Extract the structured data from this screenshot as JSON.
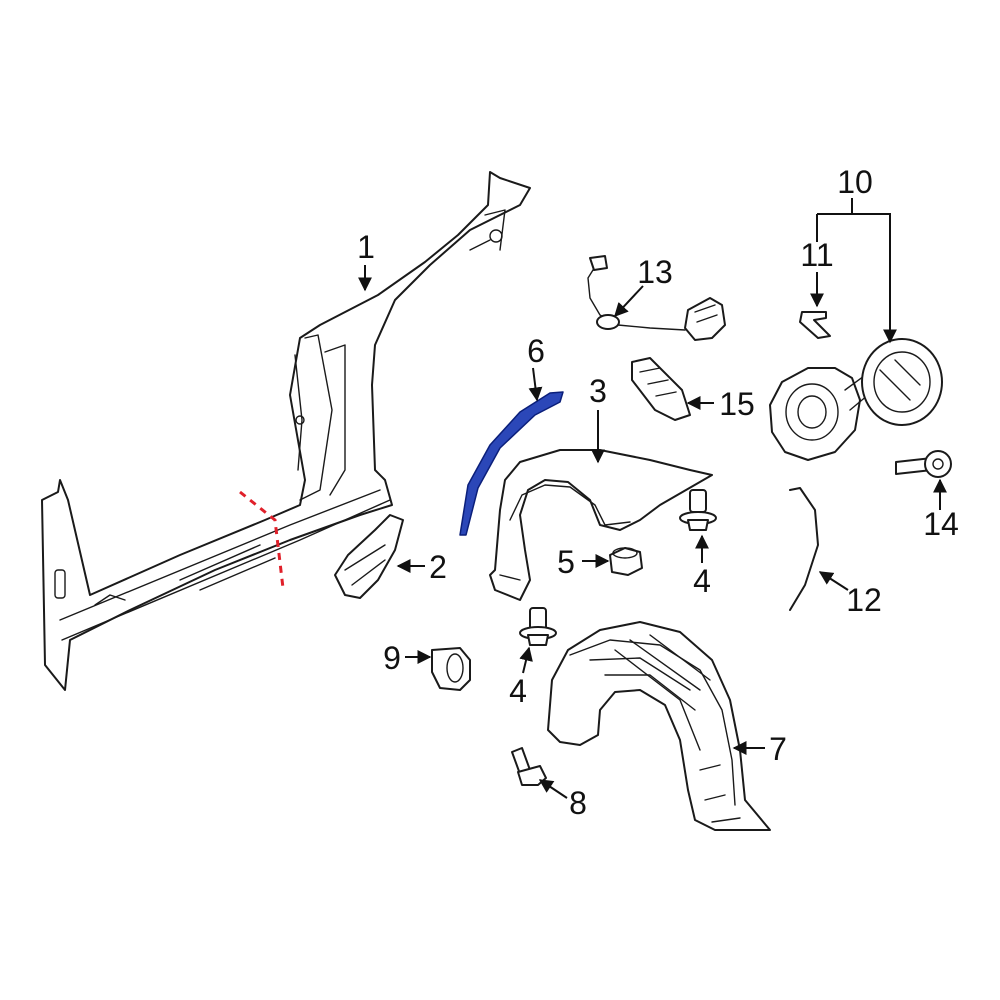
{
  "colors": {
    "line": "#1a1a1a",
    "highlight_fill": "#2b47b8",
    "highlight_stroke": "#0b1f7a",
    "cut_line": "#e0202a"
  },
  "callouts": {
    "c1": "1",
    "c2": "2",
    "c3": "3",
    "c4a": "4",
    "c4b": "4",
    "c5": "5",
    "c6": "6",
    "c7": "7",
    "c8": "8",
    "c9": "9",
    "c10": "10",
    "c11": "11",
    "c12": "12",
    "c13": "13",
    "c14": "14",
    "c15": "15"
  }
}
